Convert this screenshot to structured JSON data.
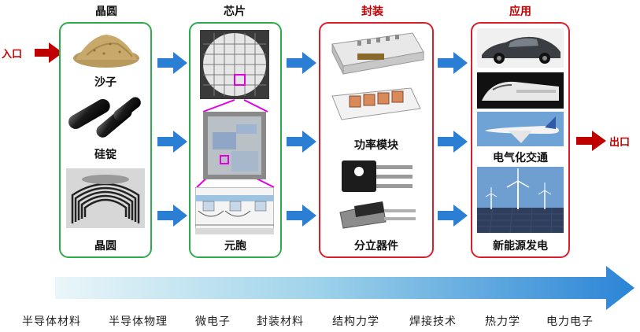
{
  "columns": {
    "wafer": {
      "title": "晶圆",
      "title_color": "#000000",
      "items": [
        "沙子",
        "硅锭",
        "晶圆"
      ]
    },
    "chip": {
      "title": "芯片",
      "title_color": "#000000",
      "items": [
        "元胞"
      ]
    },
    "package": {
      "title": "封装",
      "title_color": "#c00000",
      "items": [
        "功率模块",
        "分立器件"
      ]
    },
    "application": {
      "title": "应用",
      "title_color": "#c00000",
      "items": [
        "电气化交通",
        "新能源发电"
      ]
    }
  },
  "entry_label": "入口",
  "exit_label": "出口",
  "disciplines": [
    "半导体材料",
    "半导体物理",
    "微电子",
    "封装材料",
    "结构力学",
    "焊接技术",
    "热力学",
    "电力电子"
  ],
  "colors": {
    "green_border": "#2eaa4a",
    "red_border": "#d81e2a",
    "flow_arrow": "#2a7fd4",
    "io_arrow": "#c00000"
  }
}
